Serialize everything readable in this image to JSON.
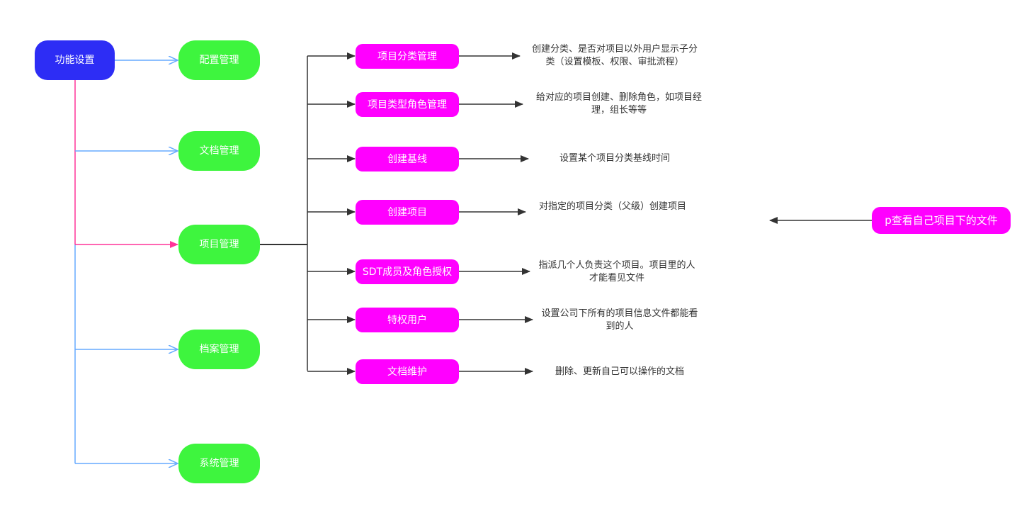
{
  "colors": {
    "root_fill": "#2d2df5",
    "category_fill": "#3ef53e",
    "item_fill": "#ff00ff",
    "connector_blue": "#66aaff",
    "connector_pink": "#ff3399",
    "connector_dark": "#333333",
    "text_note": "#333333"
  },
  "root": {
    "label": "功能设置"
  },
  "categories": [
    {
      "label": "配置管理"
    },
    {
      "label": "文档管理"
    },
    {
      "label": "项目管理"
    },
    {
      "label": "档案管理"
    },
    {
      "label": "系统管理"
    }
  ],
  "project_items": [
    {
      "label": "项目分类管理",
      "note": "创建分类、是否对项目以外用户显示子分类（设置模板、权限、审批流程）"
    },
    {
      "label": "项目类型角色管理",
      "note": "给对应的项目创建、删除角色，如项目经理，组长等等"
    },
    {
      "label": "创建基线",
      "note": "设置某个项目分类基线时间"
    },
    {
      "label": "创建项目",
      "note": "对指定的项目分类（父级）创建项目"
    },
    {
      "label": "SDT成员及角色授权",
      "note": "指派几个人负责这个项目。项目里的人才能看见文件"
    },
    {
      "label": "特权用户",
      "note": "设置公司下所有的项目信息文件都能看到的人"
    },
    {
      "label": "文档维护",
      "note": "删除、更新自己可以操作的文档"
    }
  ],
  "side_node": {
    "label": "p查看自己项目下的文件"
  }
}
